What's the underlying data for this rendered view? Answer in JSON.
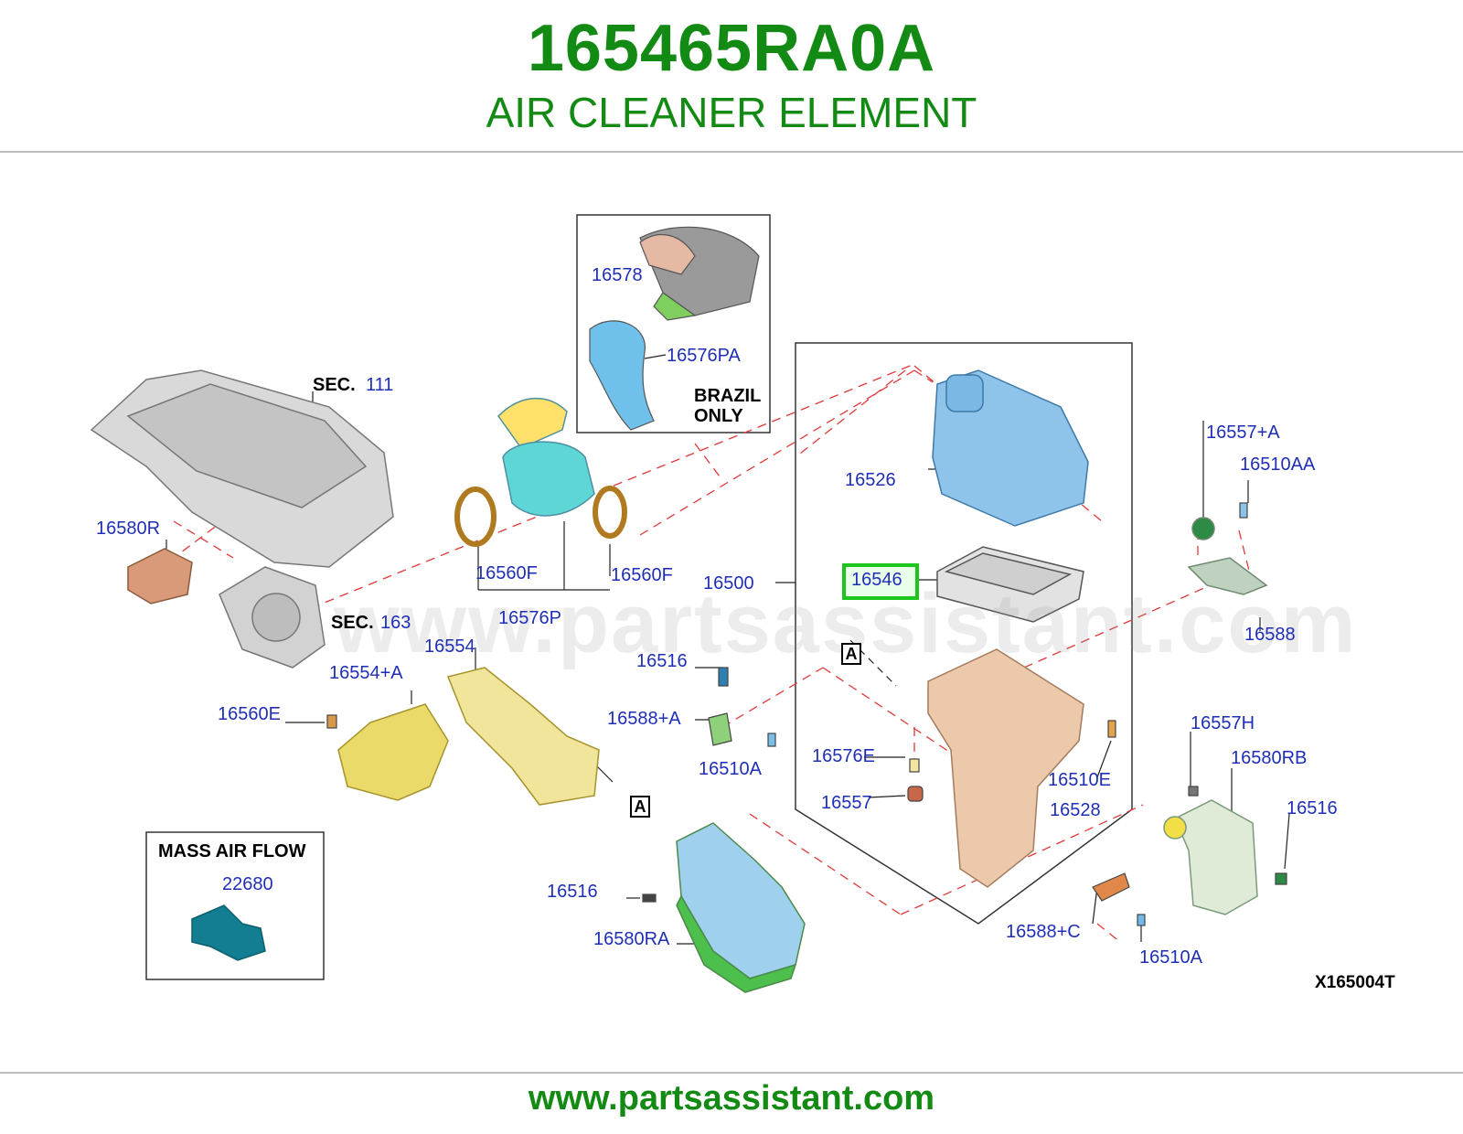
{
  "header": {
    "part_number": "165465RA0A",
    "part_name": "AIR CLEANER ELEMENT"
  },
  "footer": {
    "url": "www.partsassistant.com"
  },
  "watermark": "www.partsassistant.com",
  "diagram": {
    "code": "X165004T",
    "highlighted_part": "16546",
    "insets": {
      "brazil": "BRAZIL\nONLY",
      "maf": "MASS AIR FLOW"
    },
    "section_refs": [
      {
        "prefix": "SEC.",
        "number": "111"
      },
      {
        "prefix": "SEC.",
        "number": "163"
      }
    ],
    "ref_marker": "A",
    "labels": [
      "16578",
      "16576PA",
      "16526",
      "16557+A",
      "16510AA",
      "16580R",
      "16560F",
      "16560F",
      "16500",
      "16546",
      "16576P",
      "16588",
      "16554",
      "16516",
      "16554+A",
      "16560E",
      "16588+A",
      "16510A",
      "16576E",
      "16557",
      "16510E",
      "16528",
      "16557H",
      "16580RB",
      "16516",
      "16516",
      "16580RA",
      "16588+C",
      "16510A",
      "22680"
    ]
  },
  "colors": {
    "title_green": "#138a13",
    "label_blue": "#1f2fb5",
    "highlight_green": "#1fc51f",
    "leader_red": "#e03a3a"
  }
}
